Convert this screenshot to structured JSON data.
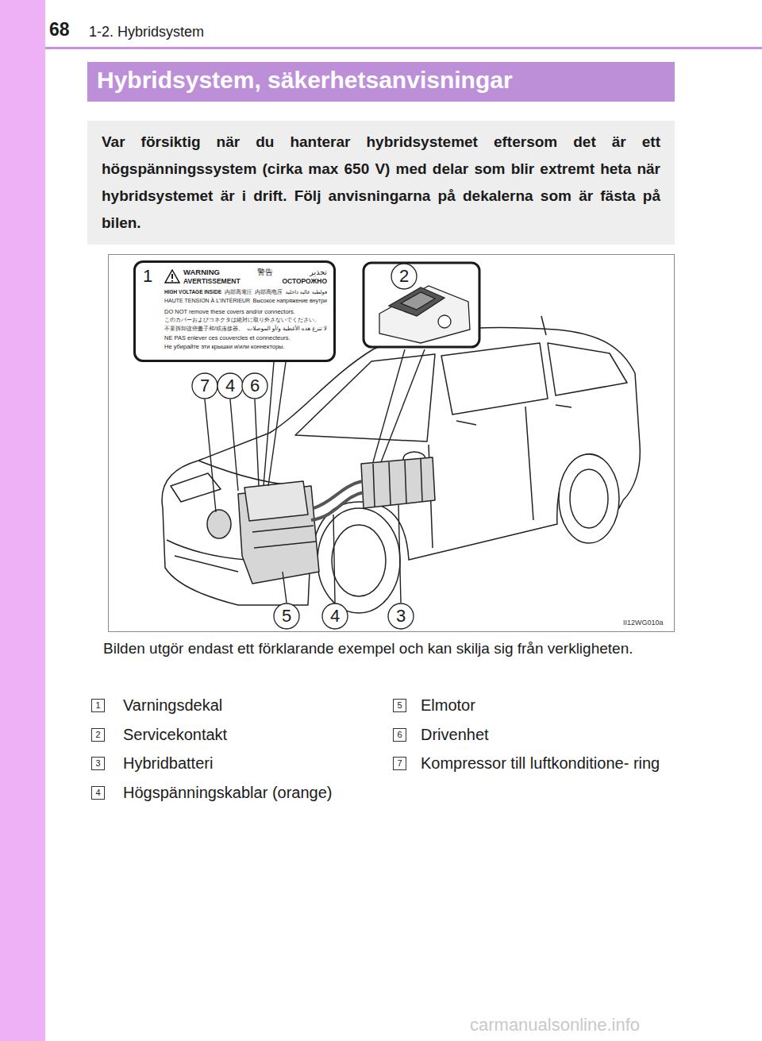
{
  "diagram": {
    "title": "Hybridsystem, säkerhetsanvisningar",
    "caption": "Bilden utgör endast ett förklarande exempel och kan skilja sig från verkligheten.",
    "nodes": [
      {
        "text": [
          "Var försiktig när du hanterar hybridsystemet eftersom det är ett högspänningssystem (cirka max 650 V) med delar som blir extremt heta när hybridsystemet är i drift. Följ anvisningarna på dekalerna som är fästa på bilen."
        ]
      },
      {
        "text": [
          "WARNING",
          "警告",
          "تحذير",
          "AVERTISSEMENT",
          "ОСТОРОЖНО",
          "HIGH VOLTAGE INSIDE",
          "内部高電圧",
          "内部高电压",
          "فولطية عالية داخلية",
          "HAUTE TENSION À L'INTÉRIEUR",
          "Высокое напряжение внутри",
          "DO NOT remove these covers and/or connectors.",
          "このカバーおよびコネクタは絶対に取り外さないでください。",
          "不要拆卸这些盖子和/或连接器。",
          "لا تنزع هذه الأغطية و/أو الموصلات",
          "NE PAS enlever ces couvercles et connecteurs.",
          "Не убирайте эти крышки и/или коннекторы."
        ]
      }
    ],
    "labels": [
      "68",
      "1-2. Hybridsystem",
      "1",
      "2",
      "7",
      "4",
      "6",
      "5",
      "4",
      "3",
      "II12WG010a",
      "1",
      "Varningsdekal",
      "2",
      "Servicekontakt",
      "3",
      "Hybridbatteri",
      "4",
      "Högspänningskablar (orange)",
      "5",
      "Elmotor",
      "6",
      "Drivenhet",
      "7",
      "Kompressor till luftkonditione- ring",
      "carmanualsonline.info"
    ]
  }
}
